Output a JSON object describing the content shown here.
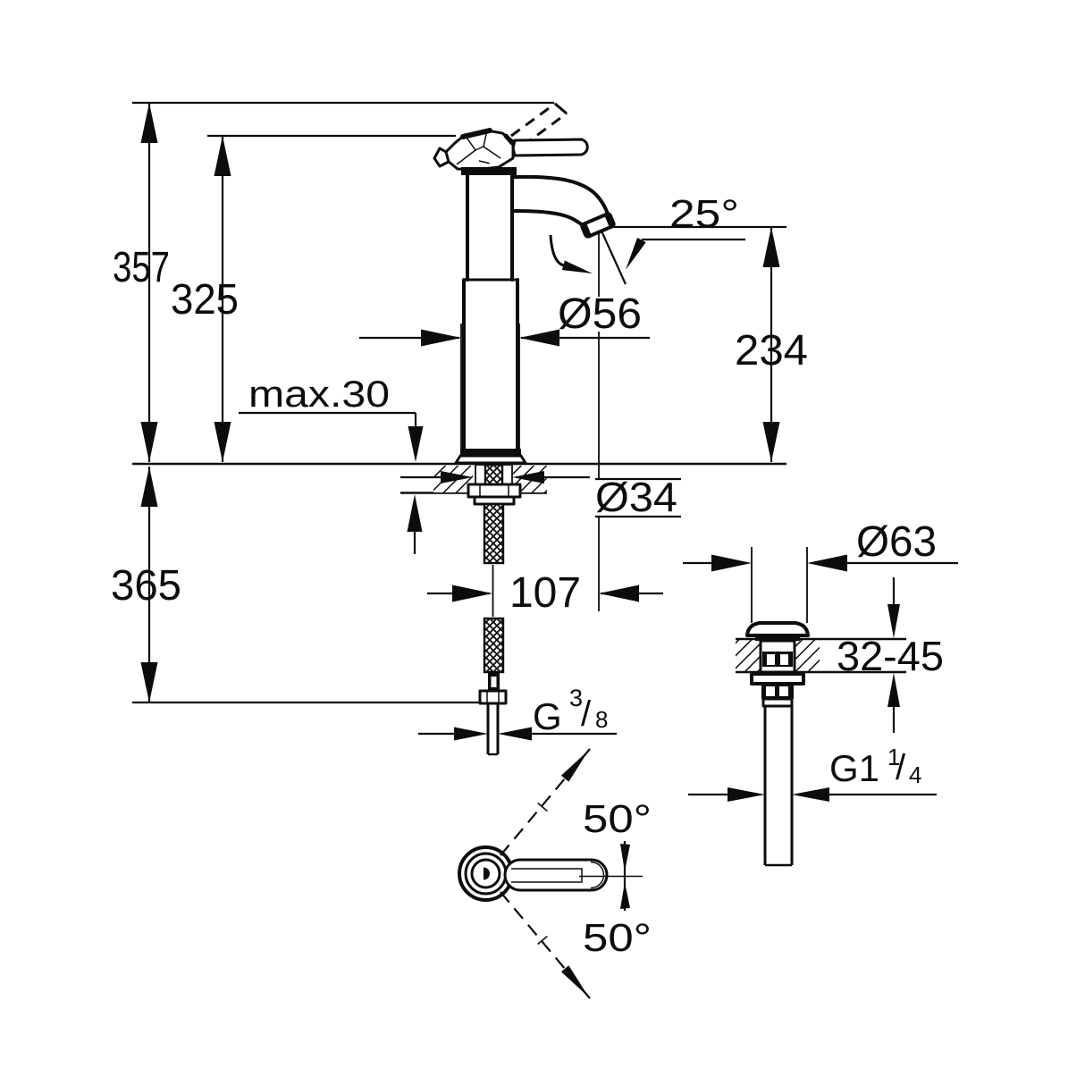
{
  "drawing": {
    "kind": "faucet-installation-dimension-drawing",
    "line_color": "#0c0c0c",
    "background_color": "#ffffff"
  },
  "labels": {
    "overall_height": "357",
    "height_to_spout_top": "325",
    "below_deck_depth": "365",
    "max_deck_thickness": "max.30",
    "spout_angle": "25°",
    "body_diameter": "Ø56",
    "outlet_height": "234",
    "hole_diameter": "Ø34",
    "spout_reach": "107",
    "drain_flange_diameter": "Ø63",
    "drain_deck_thickness_range": "32-45",
    "handle_swing_up": "50°",
    "handle_swing_down": "50°",
    "supply_thread": {
      "prefix": "G",
      "numerator": "3",
      "slash": "/",
      "denominator": "8"
    },
    "drain_thread": {
      "prefix": "G1",
      "numerator": "1",
      "slash": "/",
      "denominator": "4"
    }
  }
}
